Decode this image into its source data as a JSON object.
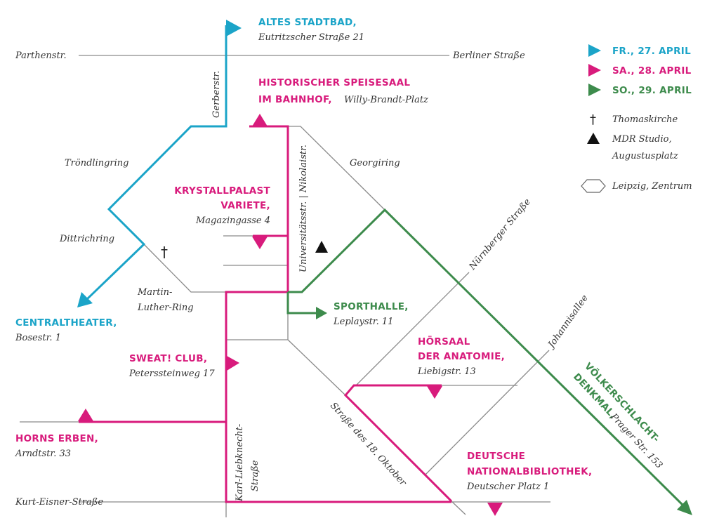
{
  "colors": {
    "friday": "#1ba4c8",
    "saturday": "#d81b7c",
    "sunday": "#3d8b4c",
    "street": "#8a8a8a"
  },
  "streets": {
    "parthenstr": "Parthenstr.",
    "berliner": "Berliner Straße",
    "gerberstr": "Gerberstr.",
    "troendlingring": "Tröndlingring",
    "georgiring": "Georgiring",
    "universitaet": "Universitätsstr. | Nikolaistr.",
    "dittrichring": "Dittrichring",
    "martin1": "Martin-",
    "martin2": "Luther-Ring",
    "nuernberger": "Nürnberger Straße",
    "johannisallee": "Johannisallee",
    "karl1": "Karl-Liebknecht-",
    "karl2": "Straße",
    "oktober": "Straße des 18. Oktober",
    "kurteisner": "Kurt-Eisner-Straße"
  },
  "venues": {
    "altes": {
      "name": "ALTES STADTBAD,",
      "addr": "Eutritzscher Straße 21"
    },
    "speisesaal": {
      "name1": "HISTORISCHER SPEISESAAL",
      "name2": "IM BAHNHOF,",
      "addr": "Willy-Brandt-Platz"
    },
    "krystall": {
      "name1": "KRYSTALLPALAST",
      "name2": "VARIETE,",
      "addr": "Magazingasse 4"
    },
    "central": {
      "name": "CENTRALTHEATER,",
      "addr": "Bosestr. 1"
    },
    "sport": {
      "name": "SPORTHALLE,",
      "addr": "Leplaystr. 11"
    },
    "hoersaal": {
      "name1": "HÖRSAAL",
      "name2": "DER ANATOMIE,",
      "addr": "Liebigstr. 13"
    },
    "sweat": {
      "name": "SWEAT! CLUB,",
      "addr": "Peterssteinweg 17"
    },
    "voelker": {
      "name1": "VÖLKERSCHLACHT-",
      "name2": "DENKMAL,",
      "addr": "Prager Str. 153"
    },
    "horns": {
      "name": "HORNS ERBEN,",
      "addr": "Arndtstr. 33"
    },
    "dnb": {
      "name1": "DEUTSCHE",
      "name2": "NATIONALBIBLIOTHEK,",
      "addr": "Deutscher Platz 1"
    }
  },
  "legend": {
    "fri": "FR., 27. APRIL",
    "sat": "SA., 28. APRIL",
    "sun": "SO., 29. APRIL",
    "church": "Thomaskirche",
    "mdr1": "MDR Studio,",
    "mdr2": "Augustusplatz",
    "center": "Leipzig, Zentrum"
  }
}
